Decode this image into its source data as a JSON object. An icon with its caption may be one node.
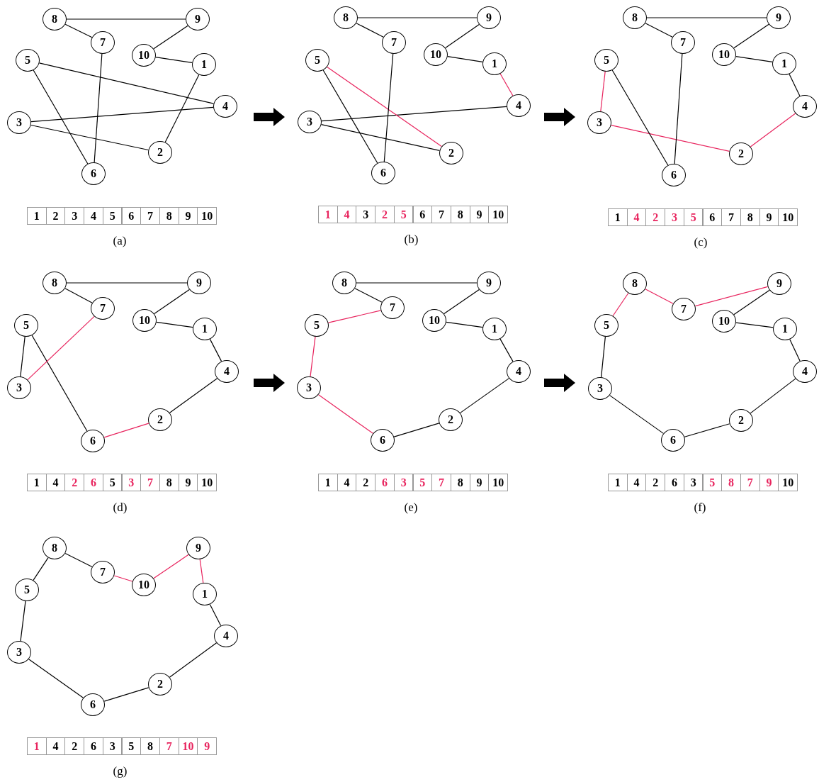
{
  "diagram": {
    "nodes": [
      {
        "text": [],
        "shape": "picture"
      },
      {
        "text": [
          "8"
        ],
        "in": 0
      },
      {
        "text": [
          "9"
        ],
        "in": 0
      },
      {
        "text": [
          "7"
        ],
        "in": 0
      },
      {
        "text": [
          "10"
        ],
        "in": 0
      },
      {
        "text": [
          "1"
        ],
        "in": 0
      },
      {
        "text": [
          "5"
        ],
        "in": 0
      },
      {
        "text": [
          "4"
        ],
        "in": 0
      },
      {
        "text": [
          "3"
        ],
        "in": 0
      },
      {
        "text": [
          "2"
        ],
        "in": 0
      },
      {
        "text": [
          "6"
        ],
        "in": 0
      },
      {
        "text": [],
        "shape": "picture"
      },
      {
        "text": [
          "8"
        ],
        "in": 11
      },
      {
        "text": [
          "9"
        ],
        "in": 11
      },
      {
        "text": [
          "7"
        ],
        "in": 11
      },
      {
        "text": [
          "10"
        ],
        "in": 11
      },
      {
        "text": [
          "1"
        ],
        "in": 11
      },
      {
        "text": [
          "5"
        ],
        "in": 11
      },
      {
        "text": [
          "4"
        ],
        "in": 11
      },
      {
        "text": [
          "3"
        ],
        "in": 11
      },
      {
        "text": [
          "2"
        ],
        "in": 11
      },
      {
        "text": [
          "6"
        ],
        "in": 11
      },
      {
        "text": [],
        "shape": "picture"
      },
      {
        "text": [
          "8"
        ],
        "in": 22
      },
      {
        "text": [
          "9"
        ],
        "in": 22
      },
      {
        "text": [
          "7"
        ],
        "in": 22
      },
      {
        "text": [
          "10"
        ],
        "in": 22
      },
      {
        "text": [
          "1"
        ],
        "in": 22
      },
      {
        "text": [
          "5"
        ],
        "in": 22
      },
      {
        "text": [
          "4"
        ],
        "in": 22
      },
      {
        "text": [
          "3"
        ],
        "in": 22
      },
      {
        "text": [
          "2"
        ],
        "in": 22
      },
      {
        "text": [
          "6"
        ],
        "in": 22
      },
      {
        "text": [],
        "shape": "picture"
      },
      {
        "text": [
          "8"
        ],
        "in": 33
      },
      {
        "text": [
          "9"
        ],
        "in": 33
      },
      {
        "text": [
          "7"
        ],
        "in": 33
      },
      {
        "text": [
          "10"
        ],
        "in": 33
      },
      {
        "text": [
          "1"
        ],
        "in": 33
      },
      {
        "text": [
          "5"
        ],
        "in": 33
      },
      {
        "text": [
          "4"
        ],
        "in": 33
      },
      {
        "text": [
          "3"
        ],
        "in": 33
      },
      {
        "text": [
          "2"
        ],
        "in": 33
      },
      {
        "text": [
          "6"
        ],
        "in": 33
      },
      {
        "text": [],
        "shape": "picture"
      },
      {
        "text": [
          "8"
        ],
        "in": 44
      },
      {
        "text": [
          "9"
        ],
        "in": 44
      },
      {
        "text": [
          "7"
        ],
        "in": 44
      },
      {
        "text": [
          "10"
        ],
        "in": 44
      },
      {
        "text": [
          "1"
        ],
        "in": 44
      },
      {
        "text": [
          "5"
        ],
        "in": 44
      },
      {
        "text": [
          "4"
        ],
        "in": 44
      },
      {
        "text": [
          "3"
        ],
        "in": 44
      },
      {
        "text": [
          "2"
        ],
        "in": 44
      },
      {
        "text": [
          "6"
        ],
        "in": 44
      },
      {
        "text": [],
        "shape": "picture"
      },
      {
        "text": [
          "8"
        ],
        "in": 55
      },
      {
        "text": [
          "9"
        ],
        "in": 55
      },
      {
        "text": [
          "7"
        ],
        "in": 55
      },
      {
        "text": [
          "10"
        ],
        "in": 55
      },
      {
        "text": [
          "1"
        ],
        "in": 55
      },
      {
        "text": [
          "5"
        ],
        "in": 55
      },
      {
        "text": [
          "4"
        ],
        "in": 55
      },
      {
        "text": [
          "3"
        ],
        "in": 55
      },
      {
        "text": [
          "2"
        ],
        "in": 55
      },
      {
        "text": [
          "6"
        ],
        "in": 55
      },
      {
        "text": [],
        "shape": "picture"
      },
      {
        "text": [
          "8"
        ],
        "in": 66
      },
      {
        "text": [
          "9"
        ],
        "in": 66
      },
      {
        "text": [
          "7"
        ],
        "in": 66
      },
      {
        "text": [
          "10"
        ],
        "in": 66
      },
      {
        "text": [
          "1"
        ],
        "in": 66
      },
      {
        "text": [
          "5"
        ],
        "in": 66
      },
      {
        "text": [
          "4"
        ],
        "in": 66
      },
      {
        "text": [
          "3"
        ],
        "in": 66
      },
      {
        "text": [
          "2"
        ],
        "in": 66
      },
      {
        "text": [
          "6"
        ],
        "in": 66
      }
    ],
    "edges": [
      {
        "from": 5,
        "to": 9,
        "arrow": "none"
      },
      {
        "from": 9,
        "to": 8,
        "arrow": "none"
      },
      {
        "from": 8,
        "to": 7,
        "arrow": "none"
      },
      {
        "from": 7,
        "to": 6,
        "arrow": "none"
      },
      {
        "from": 6,
        "to": 10,
        "arrow": "none"
      },
      {
        "from": 10,
        "to": 3,
        "arrow": "none"
      },
      {
        "from": 3,
        "to": 1,
        "arrow": "none"
      },
      {
        "from": 1,
        "to": 2,
        "arrow": "none"
      },
      {
        "from": 2,
        "to": 4,
        "arrow": "none"
      },
      {
        "from": 4,
        "to": 5,
        "arrow": "none"
      },
      {
        "from": 16,
        "to": 18,
        "arrow": "none",
        "color": "#e8245e"
      },
      {
        "from": 18,
        "to": 19,
        "arrow": "none"
      },
      {
        "from": 19,
        "to": 20,
        "arrow": "none"
      },
      {
        "from": 20,
        "to": 17,
        "arrow": "none",
        "color": "#e8245e"
      },
      {
        "from": 17,
        "to": 21,
        "arrow": "none"
      },
      {
        "from": 21,
        "to": 14,
        "arrow": "none"
      },
      {
        "from": 14,
        "to": 12,
        "arrow": "none"
      },
      {
        "from": 12,
        "to": 13,
        "arrow": "none"
      },
      {
        "from": 13,
        "to": 15,
        "arrow": "none"
      },
      {
        "from": 15,
        "to": 16,
        "arrow": "none"
      },
      {
        "from": 27,
        "to": 29,
        "arrow": "none"
      },
      {
        "from": 29,
        "to": 31,
        "arrow": "none",
        "color": "#e8245e"
      },
      {
        "from": 31,
        "to": 30,
        "arrow": "none",
        "color": "#e8245e"
      },
      {
        "from": 30,
        "to": 28,
        "arrow": "none",
        "color": "#e8245e"
      },
      {
        "from": 28,
        "to": 32,
        "arrow": "none"
      },
      {
        "from": 32,
        "to": 25,
        "arrow": "none"
      },
      {
        "from": 25,
        "to": 23,
        "arrow": "none"
      },
      {
        "from": 23,
        "to": 24,
        "arrow": "none"
      },
      {
        "from": 24,
        "to": 26,
        "arrow": "none"
      },
      {
        "from": 26,
        "to": 27,
        "arrow": "none"
      },
      {
        "from": 38,
        "to": 40,
        "arrow": "none"
      },
      {
        "from": 40,
        "to": 42,
        "arrow": "none"
      },
      {
        "from": 42,
        "to": 43,
        "arrow": "none",
        "color": "#e8245e"
      },
      {
        "from": 43,
        "to": 39,
        "arrow": "none"
      },
      {
        "from": 39,
        "to": 41,
        "arrow": "none"
      },
      {
        "from": 41,
        "to": 36,
        "arrow": "none",
        "color": "#e8245e"
      },
      {
        "from": 36,
        "to": 34,
        "arrow": "none"
      },
      {
        "from": 34,
        "to": 35,
        "arrow": "none"
      },
      {
        "from": 35,
        "to": 37,
        "arrow": "none"
      },
      {
        "from": 37,
        "to": 38,
        "arrow": "none"
      },
      {
        "from": 49,
        "to": 51,
        "arrow": "none"
      },
      {
        "from": 51,
        "to": 53,
        "arrow": "none"
      },
      {
        "from": 53,
        "to": 54,
        "arrow": "none"
      },
      {
        "from": 54,
        "to": 52,
        "arrow": "none",
        "color": "#e8245e"
      },
      {
        "from": 52,
        "to": 50,
        "arrow": "none",
        "color": "#e8245e"
      },
      {
        "from": 50,
        "to": 47,
        "arrow": "none",
        "color": "#e8245e"
      },
      {
        "from": 47,
        "to": 45,
        "arrow": "none"
      },
      {
        "from": 45,
        "to": 46,
        "arrow": "none"
      },
      {
        "from": 46,
        "to": 48,
        "arrow": "none"
      },
      {
        "from": 48,
        "to": 49,
        "arrow": "none"
      },
      {
        "from": 60,
        "to": 62,
        "arrow": "none"
      },
      {
        "from": 62,
        "to": 64,
        "arrow": "none"
      },
      {
        "from": 64,
        "to": 65,
        "arrow": "none"
      },
      {
        "from": 65,
        "to": 63,
        "arrow": "none"
      },
      {
        "from": 63,
        "to": 61,
        "arrow": "none"
      },
      {
        "from": 61,
        "to": 56,
        "arrow": "none",
        "color": "#e8245e"
      },
      {
        "from": 56,
        "to": 58,
        "arrow": "none",
        "color": "#e8245e"
      },
      {
        "from": 58,
        "to": 57,
        "arrow": "none",
        "color": "#e8245e"
      },
      {
        "from": 57,
        "to": 59,
        "arrow": "none"
      },
      {
        "from": 59,
        "to": 60,
        "arrow": "none"
      },
      {
        "from": 71,
        "to": 73,
        "arrow": "none"
      },
      {
        "from": 73,
        "to": 75,
        "arrow": "none"
      },
      {
        "from": 75,
        "to": 76,
        "arrow": "none"
      },
      {
        "from": 76,
        "to": 74,
        "arrow": "none"
      },
      {
        "from": 74,
        "to": 72,
        "arrow": "none"
      },
      {
        "from": 72,
        "to": 67,
        "arrow": "none"
      },
      {
        "from": 67,
        "to": 69,
        "arrow": "none"
      },
      {
        "from": 69,
        "to": 70,
        "arrow": "none",
        "color": "#e8245e"
      },
      {
        "from": 70,
        "to": 68,
        "arrow": "none",
        "color": "#e8245e"
      },
      {
        "from": 68,
        "to": 71,
        "arrow": "none",
        "color": "#e8245e"
      },
      {
        "from": 0,
        "to": 11,
        "arrow": "to",
        "style": "thick"
      },
      {
        "from": 11,
        "to": 22,
        "arrow": "to",
        "style": "thick"
      },
      {
        "from": 33,
        "to": 44,
        "arrow": "to",
        "style": "thick"
      },
      {
        "from": 44,
        "to": 55,
        "arrow": "to",
        "style": "thick"
      }
    ],
    "labels": [
      "1",
      "2",
      "3",
      "4",
      "5",
      "6",
      "7",
      "8",
      "9",
      "10",
      "(a)",
      "1",
      "4",
      "3",
      "2",
      "5",
      "6",
      "7",
      "8",
      "9",
      "10",
      "(b)",
      "1",
      "4",
      "2",
      "3",
      "5",
      "6",
      "7",
      "8",
      "9",
      "10",
      "(c)",
      "1",
      "4",
      "2",
      "6",
      "5",
      "3",
      "7",
      "8",
      "9",
      "10",
      "(d)",
      "1",
      "4",
      "2",
      "6",
      "3",
      "5",
      "7",
      "8",
      "9",
      "10",
      "(e)",
      "1",
      "4",
      "2",
      "6",
      "3",
      "5",
      "8",
      "7",
      "9",
      "10",
      "(f)",
      "1",
      "4",
      "2",
      "6",
      "3",
      "5",
      "8",
      "7",
      "10",
      "9",
      "(g)"
    ]
  }
}
